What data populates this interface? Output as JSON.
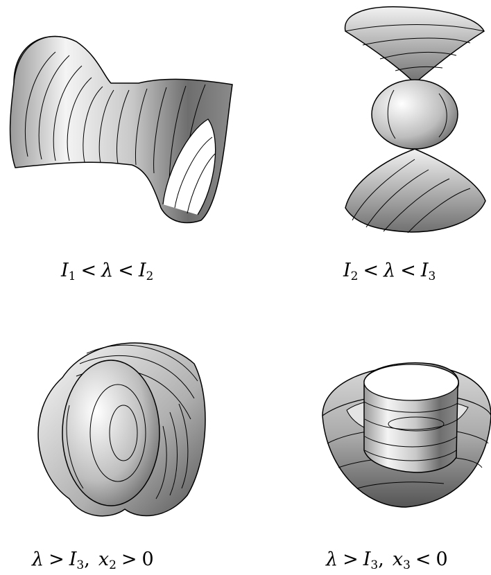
{
  "figures": [
    {
      "id": "hyperboloid-one-sheet",
      "caption": {
        "a": "I",
        "a_sub": "1",
        "rel1": "<",
        "mid": "λ",
        "rel2": "<",
        "b": "I",
        "b_sub": "2"
      }
    },
    {
      "id": "hyperboloid-two-sheets",
      "caption": {
        "a": "I",
        "a_sub": "2",
        "rel1": "<",
        "mid": "λ",
        "rel2": "<",
        "b": "I",
        "b_sub": "3"
      }
    },
    {
      "id": "ellipsoid-half-x2",
      "caption": {
        "lhs": "λ",
        "rel1": ">",
        "rhs": "I",
        "rhs_sub": "3",
        "sep": ",",
        "var": "x",
        "var_sub": "2",
        "rel2": ">",
        "val": "0"
      }
    },
    {
      "id": "ellipsoid-half-x3",
      "caption": {
        "lhs": "λ",
        "rel1": ">",
        "rhs": "I",
        "rhs_sub": "3",
        "sep": ",",
        "var": "x",
        "var_sub": "3",
        "rel2": "<",
        "val": "0"
      }
    }
  ],
  "colors": {
    "stroke": "#000000",
    "light": "#ffffff",
    "mid": "#b8b8b8",
    "dark": "#5a5a5a"
  }
}
